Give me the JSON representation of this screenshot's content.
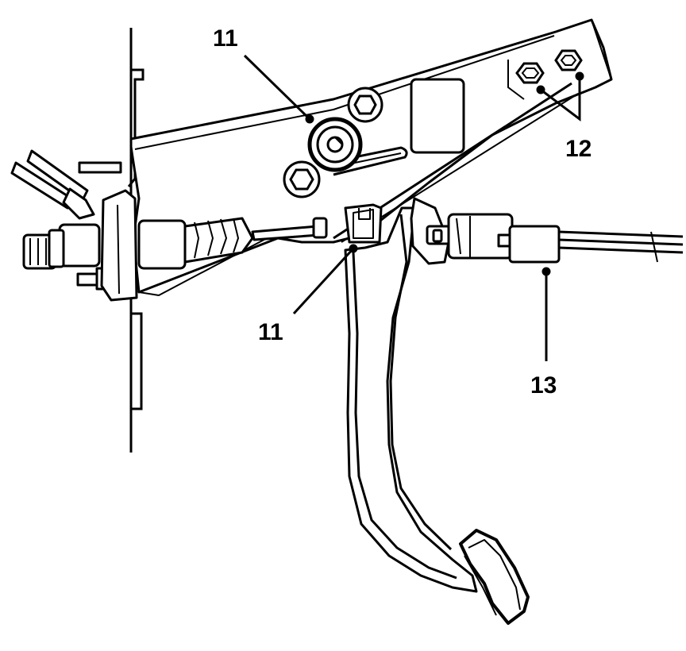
{
  "diagram": {
    "callouts": {
      "pivot_label": "11",
      "switch_bracket_label": "11",
      "nuts_label": "12",
      "connector_label": "13"
    },
    "colors": {
      "ink": "#000000",
      "paper": "#ffffff"
    }
  }
}
